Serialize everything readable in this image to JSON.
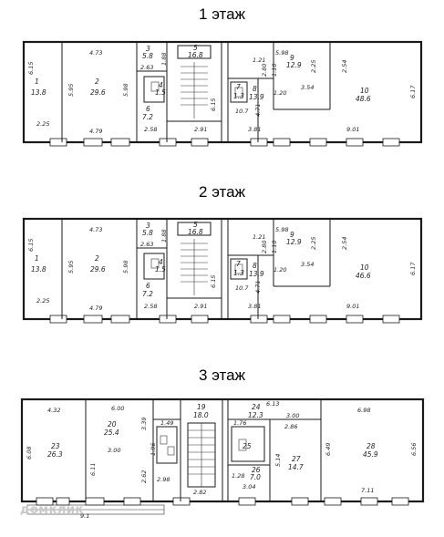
{
  "floors": [
    {
      "title": "1 этаж",
      "rooms": [
        {
          "num": "1",
          "area": "13.8"
        },
        {
          "num": "2",
          "area": "29.6"
        },
        {
          "num": "3",
          "area": "5.8"
        },
        {
          "num": "4",
          "area": "1.5"
        },
        {
          "num": "5",
          "area": "16.8"
        },
        {
          "num": "6",
          "area": "7.2"
        },
        {
          "num": "7",
          "area": "1.3"
        },
        {
          "num": "8",
          "area": "13.9"
        },
        {
          "num": "9",
          "area": "12.9"
        },
        {
          "num": "10",
          "area": "48.6"
        }
      ],
      "dims": [
        "6.15",
        "2.25",
        "4.73",
        "5.95",
        "4.79",
        "5.98",
        "2.63",
        "1.88",
        "2.58",
        "2.91",
        "6.15",
        "10.7",
        "1.21",
        "2.80",
        "1.10",
        "4.71",
        "3.81",
        "5.98",
        "2.25",
        "1.20",
        "3.54",
        "2.54",
        "9.01",
        "6.17"
      ]
    },
    {
      "title": "2 этаж",
      "rooms": [
        {
          "num": "1",
          "area": "13.8"
        },
        {
          "num": "2",
          "area": "29.6"
        },
        {
          "num": "3",
          "area": "5.8"
        },
        {
          "num": "4",
          "area": "1.5"
        },
        {
          "num": "5",
          "area": "16.8"
        },
        {
          "num": "6",
          "area": "7.2"
        },
        {
          "num": "7",
          "area": "1.3"
        },
        {
          "num": "8",
          "area": "13.9"
        },
        {
          "num": "9",
          "area": "12.9"
        },
        {
          "num": "10",
          "area": "46.6"
        }
      ],
      "dims": [
        "6.15",
        "2.25",
        "4.73",
        "5.95",
        "4.79",
        "5.98",
        "2.63",
        "1.88",
        "2.58",
        "2.91",
        "6.15",
        "10.7",
        "1.21",
        "2.80",
        "1.10",
        "4.71",
        "3.81",
        "5.98",
        "2.25",
        "1.20",
        "3.54",
        "2.54",
        "9.01",
        "6.17"
      ]
    },
    {
      "title": "3 этаж",
      "rooms": [
        {
          "num": "23",
          "area": "26.3"
        },
        {
          "num": "20",
          "area": "25.4"
        },
        {
          "num": "19",
          "area": "18.0"
        },
        {
          "num": "24",
          "area": "12.3"
        },
        {
          "num": "25",
          "area": ""
        },
        {
          "num": "26",
          "area": "7.0"
        },
        {
          "num": "27",
          "area": "14.7"
        },
        {
          "num": "28",
          "area": "45.9"
        }
      ],
      "dims": [
        "4.32",
        "6.08",
        "6.00",
        "3.00",
        "6.11",
        "3.39",
        "1.49",
        "1.96",
        "2.62",
        "2.98",
        "2.82",
        "6.13",
        "3.00",
        "2.86",
        "1.76",
        "1.28",
        "3.04",
        "5.14",
        "6.98",
        "6.49",
        "6.56",
        "7.11",
        "9.1"
      ]
    }
  ],
  "watermark": "домклик"
}
